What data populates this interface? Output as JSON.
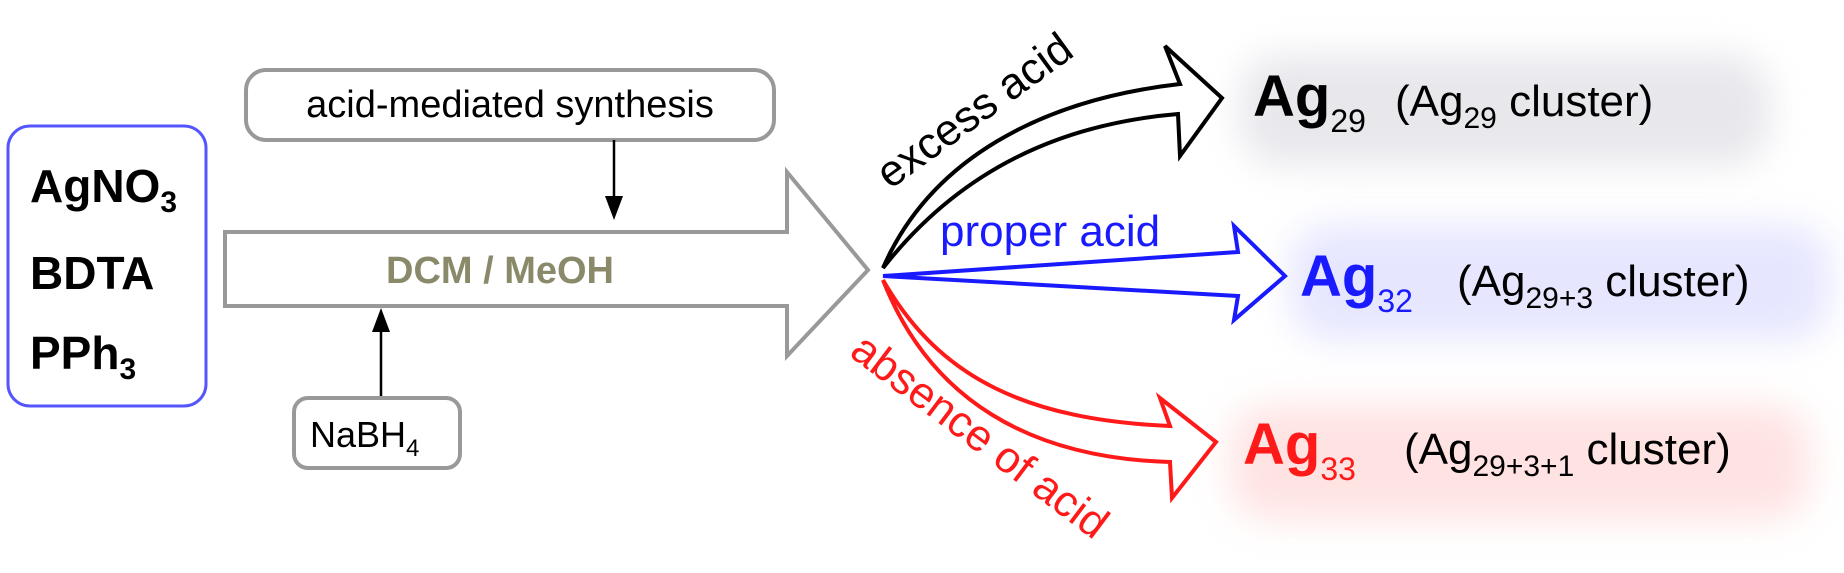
{
  "reagents": [
    {
      "base": "AgNO",
      "sub": "3"
    },
    {
      "base": "BDTA",
      "sub": ""
    },
    {
      "base": "PPh",
      "sub": "3"
    }
  ],
  "method_label": "acid-mediated synthesis",
  "solvent_label": "DCM / MeOH",
  "reducer": {
    "base": "NaBH",
    "sub": "4"
  },
  "branches": [
    {
      "condition": "excess acid",
      "product": {
        "base": "Ag",
        "sub": "29"
      },
      "descriptor": {
        "open": "(Ag",
        "sub": "29",
        "close": " cluster)"
      },
      "color": "#000000"
    },
    {
      "condition": "proper acid",
      "product": {
        "base": "Ag",
        "sub": "32"
      },
      "descriptor": {
        "open": "(Ag",
        "sub": "29+3",
        "close": " cluster)"
      },
      "color": "#1a1aff"
    },
    {
      "condition": "absence of acid",
      "product": {
        "base": "Ag",
        "sub": "33"
      },
      "descriptor": {
        "open": "(Ag",
        "sub": "29+3+1",
        "close": " cluster)"
      },
      "color": "#ff1a1a"
    }
  ],
  "colors": {
    "reagent_box_border": "#5555ff",
    "gray_border": "#999999",
    "solvent_text": "#8a8a6a",
    "glow_black": "#d8d8e0",
    "glow_blue": "#d6d6ff",
    "glow_red": "#ffd0d0"
  }
}
